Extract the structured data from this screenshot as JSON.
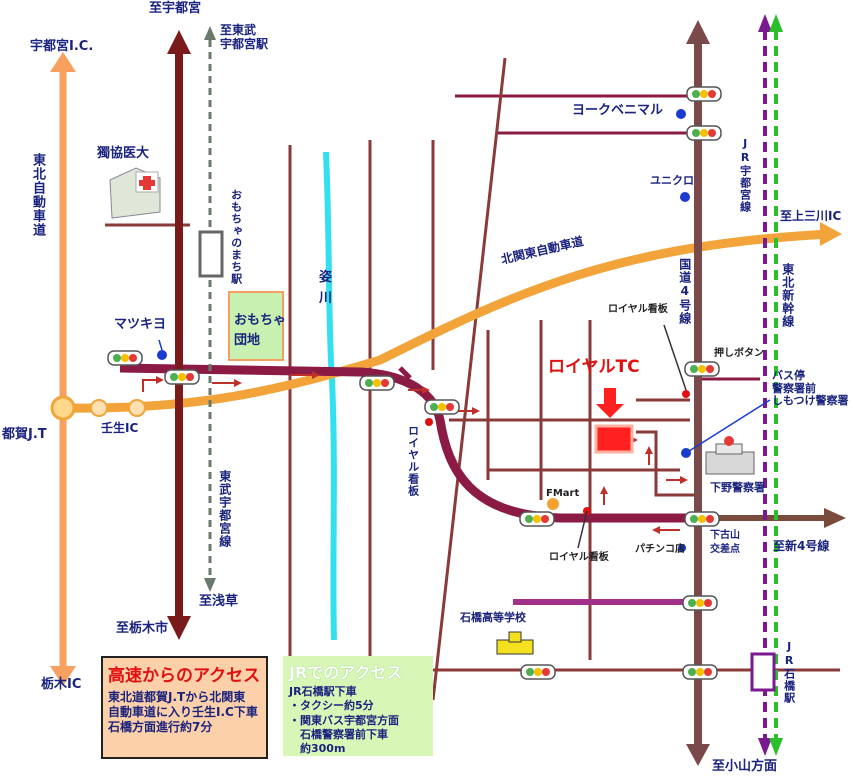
{
  "labels": {
    "to_utsunomiya": "至宇都宮",
    "to_tobu_utsunomiya": "至東武\n宇都宮駅",
    "utsunomiya_ic": "宇都宮I.C.",
    "tohoku_expressway": "東北自動車道",
    "dokkyo": "獨協医大",
    "omocha_station": "おもちゃのまち駅",
    "omocha_danchi": "おもちゃ\n団地",
    "omoi_river": "姿\n川",
    "matsukiyo": "マツキヨ",
    "tsuga_jt": "都賀J.T",
    "mibu_ic": "壬生IC",
    "tobu_line": "東武宇都宮線",
    "to_asakusa": "至浅草",
    "to_tochigi_city": "至栃木市",
    "tochigi_ic": "栃木IC",
    "royal_sign_left": "ロイヤル看板",
    "york_benimaru": "ヨークベニマル",
    "uniqlo": "ユニクロ",
    "jr_utsunomiya_line": "JR宇都宮線",
    "to_kamisanokawa_ic": "至上三川IC",
    "kita_kanto_expressway": "北関東自動車道",
    "route4": "国道4号線",
    "tohoku_shinkansen": "東北新幹線",
    "royal_sign_top": "ロイヤル看板",
    "push_button": "押しボタン",
    "royal_tc": "ロイヤルTC",
    "bus_stop": "バス停\n警察署前\nしもつけ警察署",
    "shimono_police": "下野警察署",
    "fmart": "FMart",
    "royal_sign_bottom": "ロイヤル看板",
    "shimokoyama_1": "下古山",
    "shimokoyama_2": "交差点",
    "pachinko": "パチンコ店",
    "to_shin4": "至新4号線",
    "ishibashi_hs": "石橋高等学校",
    "jr_ishibashi_station": "JR石橋駅",
    "to_oyama": "至小山方面"
  },
  "expressway_box": {
    "title": "高速からのアクセス",
    "body": "東北道都賀J.Tから北関東\n自動車道に入り壬生I.C下車\n石橋方面進行約7分"
  },
  "jr_box": {
    "title": "JRでのアクセス",
    "body": "JR石橋駅下車\n・タクシー約5分\n・関東バス宇都宮方面\n　石橋警察署前下車\n　約300m"
  },
  "colors": {
    "expressway": "#f2a43a",
    "route_maroon": "#8b1a45",
    "major_road": "#7a4a3a",
    "tohoku_exp": "#f7a060",
    "river": "#33e0f0",
    "jr_line": "#7a1a90",
    "shinkansen": "#2bbf2b",
    "target": "#ff2020"
  }
}
